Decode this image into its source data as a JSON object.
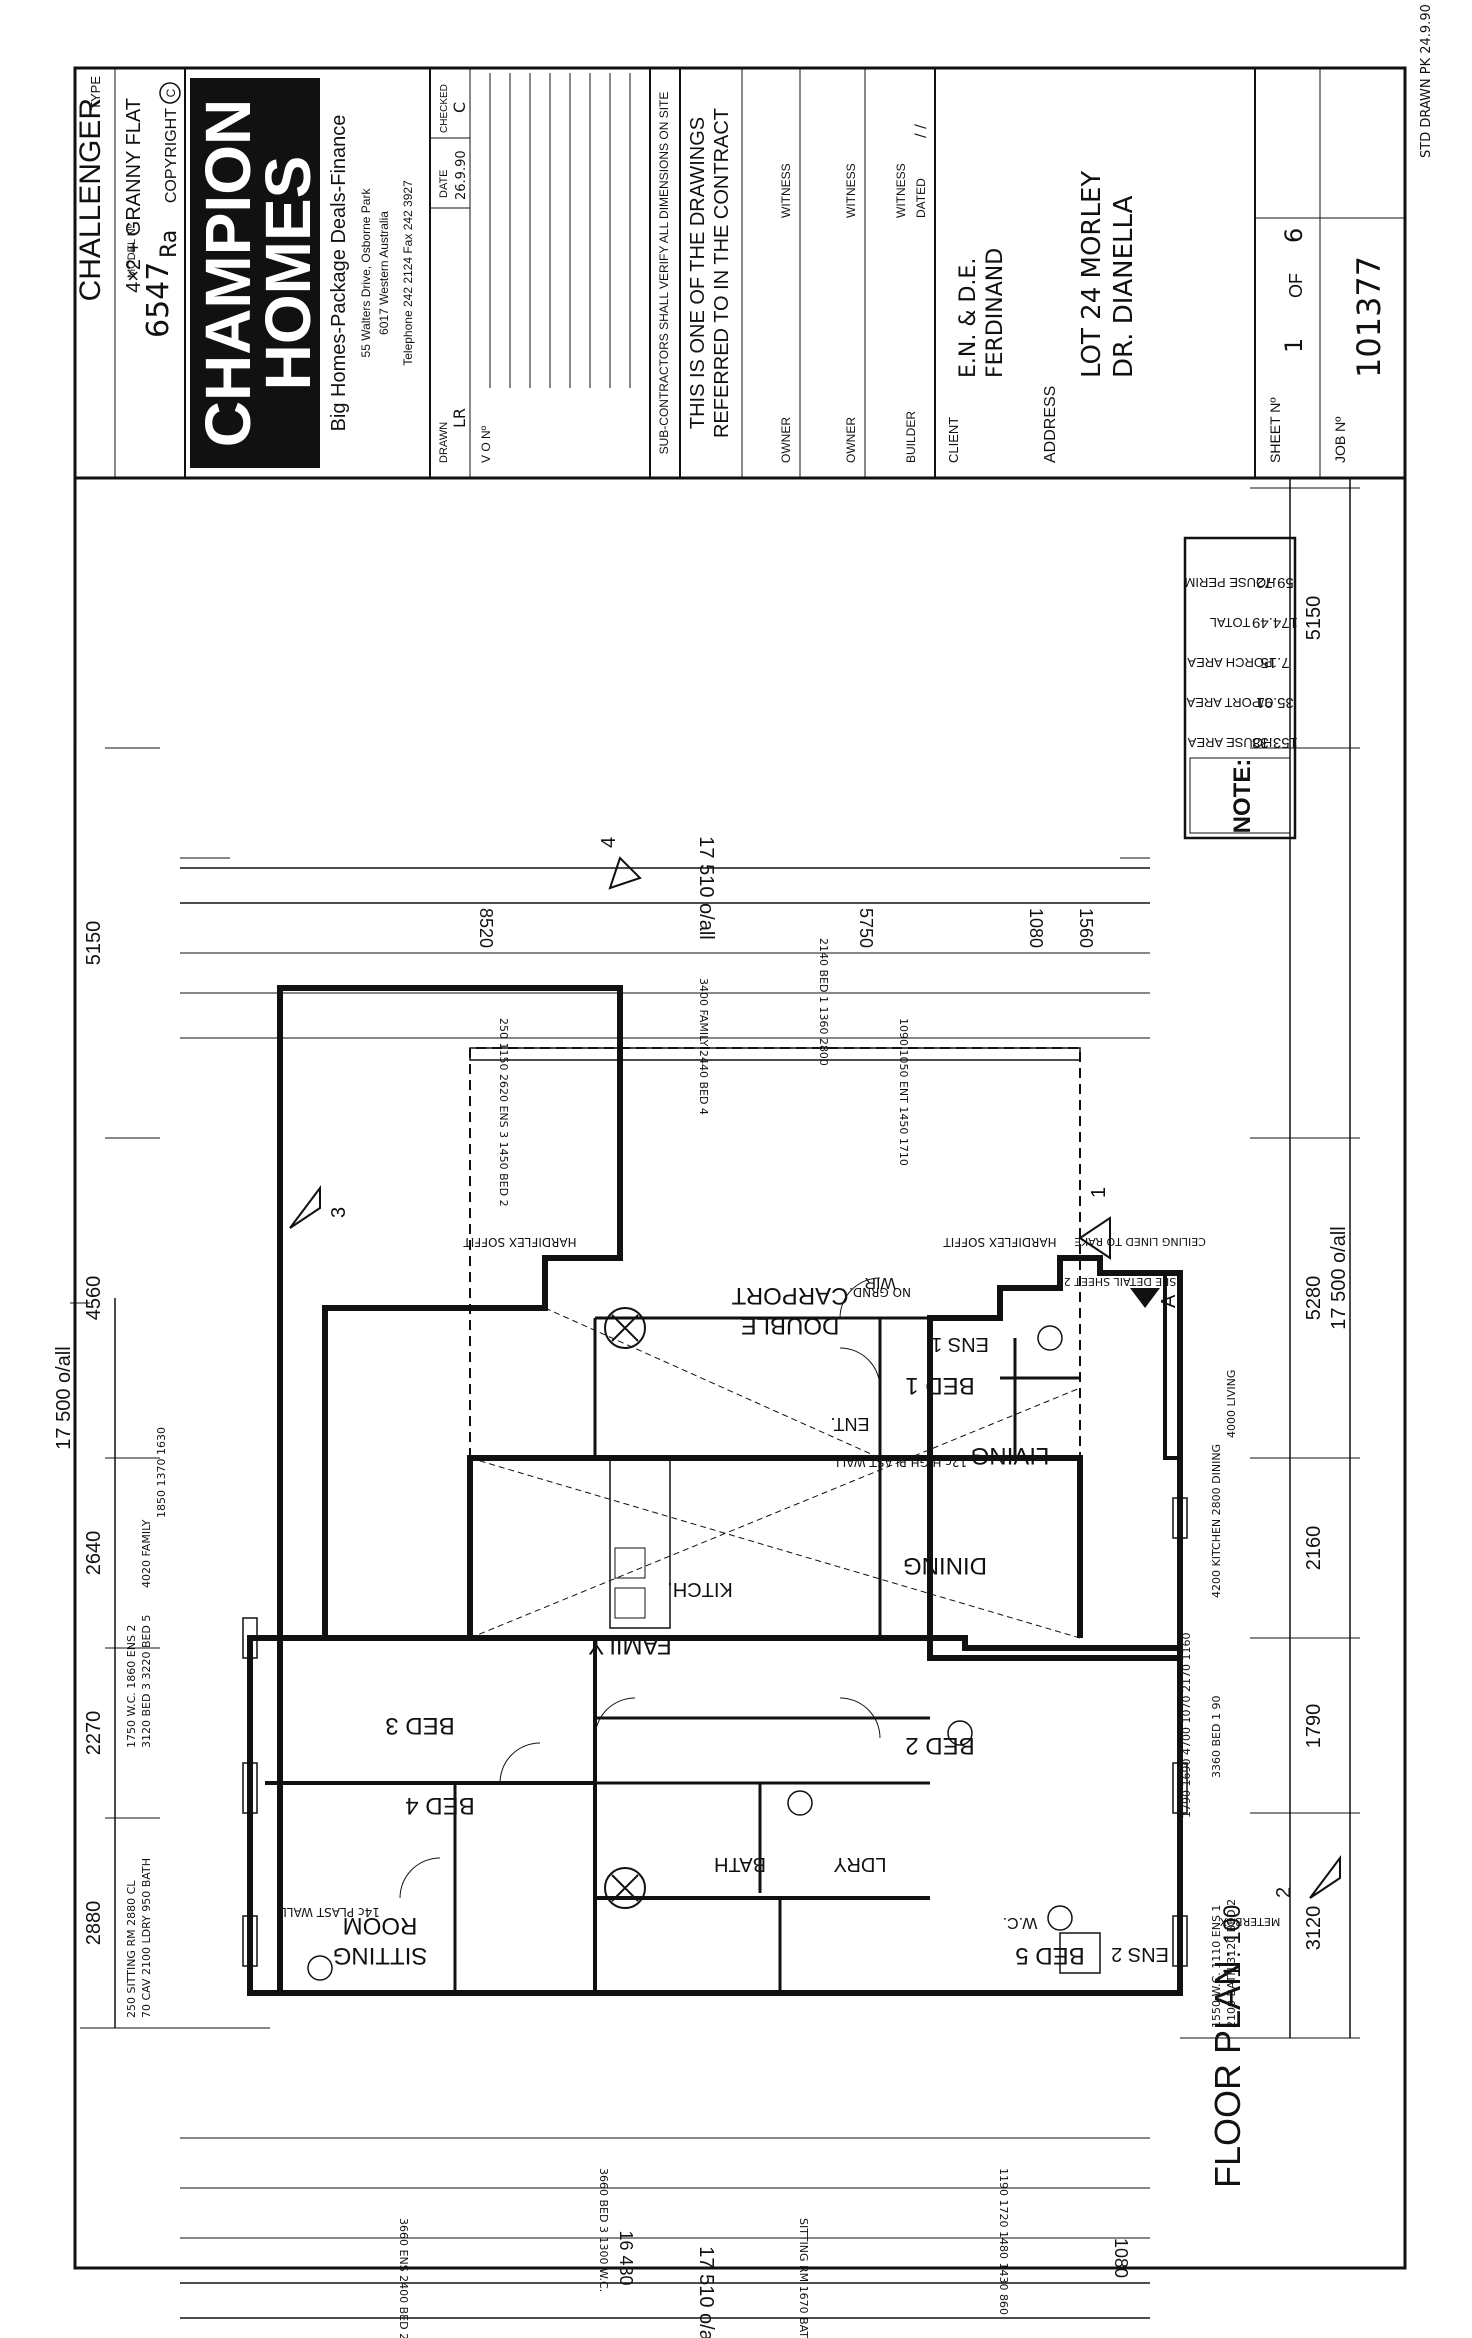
{
  "title_block": {
    "type_label": "TYPE",
    "house_name": "CHALLENGER",
    "house_subtitle": "4×2 + GRANNY FLAT",
    "copyright": "COPYRIGHT",
    "copyright_symbol": "C",
    "model_label": "MODEL Nº",
    "model_number": "6547",
    "model_extra": "Ra",
    "brand_line1": "CHAMPION",
    "brand_line2": "HOMES",
    "tagline": "Big Homes-Package Deals-Finance",
    "address_line1": "55 Walters Drive, Osborne Park",
    "address_line2": "6017 Western Australia",
    "phone": "Telephone 242 2124  Fax 242 3927",
    "drawn_label": "DRAWN",
    "drawn_value": "LR",
    "date_label": "DATE",
    "date_value": "26.9.90",
    "checked_label": "CHECKED",
    "checked_value": "C",
    "vo_label": "V O Nº",
    "subcontractors_note": "SUB-CONTRACTORS SHALL VERIFY ALL DIMENSIONS ON SITE",
    "contract_line1": "THIS IS ONE OF THE DRAWINGS",
    "contract_line2": "REFERRED TO IN THE CONTRACT",
    "owner_label": "OWNER",
    "witness_label": "WITNESS",
    "builder_label": "BUILDER",
    "dated_label": "DATED",
    "dated_value": "/    /",
    "client_label": "CLIENT",
    "client_line1": "E.N. & D.E.",
    "client_line2": "FERDINAND",
    "address_label": "ADDRESS",
    "address_value1": "LOT 24 MORLEY",
    "address_value2": "DR. DIANELLA",
    "sheet_label": "SHEET Nº",
    "sheet_value": "1",
    "sheet_of": "OF",
    "sheet_total": "6",
    "job_label": "JOB Nº",
    "job_value": "101377",
    "std_drawn": "STD DRAWN  PK  24.9.90"
  },
  "plan": {
    "title": "FLOOR PLAN",
    "scale": "1 : 100",
    "rooms": [
      {
        "label": "SITTING"
      },
      {
        "label": "ROOM"
      },
      {
        "label": "BED 3"
      },
      {
        "label": "BED 2"
      },
      {
        "label": "BED 1"
      },
      {
        "label": "BED 4"
      },
      {
        "label": "BED 5"
      },
      {
        "label": "FAMILY"
      },
      {
        "label": "DINING"
      },
      {
        "label": "LIVING"
      },
      {
        "label": "KITCH."
      },
      {
        "label": "ENS 1"
      },
      {
        "label": "ENS 2"
      },
      {
        "label": "LDRY"
      },
      {
        "label": "BATH"
      },
      {
        "label": "W.C."
      },
      {
        "label": "WIR"
      },
      {
        "label": "ENT."
      },
      {
        "label": "DOUBLE"
      },
      {
        "label": "CARPORT"
      }
    ],
    "sections": [
      "1",
      "2",
      "3",
      "4",
      "A"
    ],
    "overall": "17 500  o/all",
    "overall_bottom": "17 500  o/all",
    "top_dims": [
      "2880",
      "2270",
      "2640",
      "4560",
      "5150"
    ],
    "bottom_dims": [
      "3120",
      "1790",
      "2160",
      "5280",
      "5150"
    ],
    "left_overall": "17 510  o/all",
    "right_overall": "17 510  o/all",
    "left_dims": [
      "8520",
      "5750",
      "1080",
      "1560"
    ],
    "right_dims": [
      "16 430",
      "1080"
    ],
    "carport_notes": [
      "HARDIFLEX SOFFIT",
      "NO GRND.",
      "HARDIFLEX SOFFIT"
    ],
    "misc_notes": [
      "14c PLAST WALL",
      "12c HIGH PLAST WALL",
      "SEE DETAIL SHEET 2",
      "CEILING LINED TO RAKE",
      "METERBOX"
    ]
  },
  "note_box": {
    "title": "NOTE:",
    "rows": [
      {
        "label": "HOUSE AREA",
        "value": "153.38"
      },
      {
        "label": "C/PORT AREA",
        "value": "35.91"
      },
      {
        "label": "PORCH AREA",
        "value": "7.15"
      },
      {
        "label": "TOTAL",
        "value": "174.49"
      },
      {
        "label": "HOUSE PERIM",
        "value": "59.72"
      }
    ]
  }
}
